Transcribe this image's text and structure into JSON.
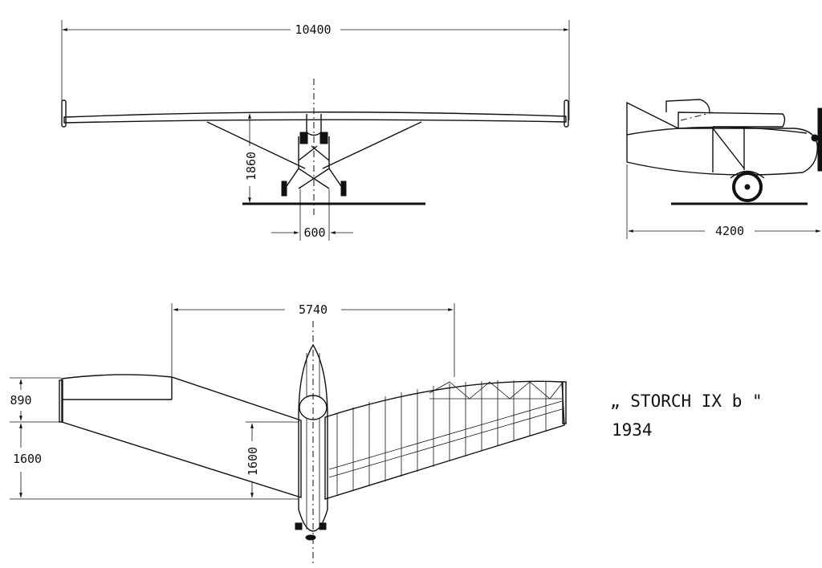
{
  "title": {
    "name": "„ STORCH  IX b \"",
    "year": "1934"
  },
  "dimensions": {
    "wingspan": "10400",
    "strut_height": "1860",
    "track": "600",
    "length": "4200",
    "sweep": "5740",
    "tip_chord": "890",
    "root_offset": "1600",
    "center_chord": "1600"
  }
}
